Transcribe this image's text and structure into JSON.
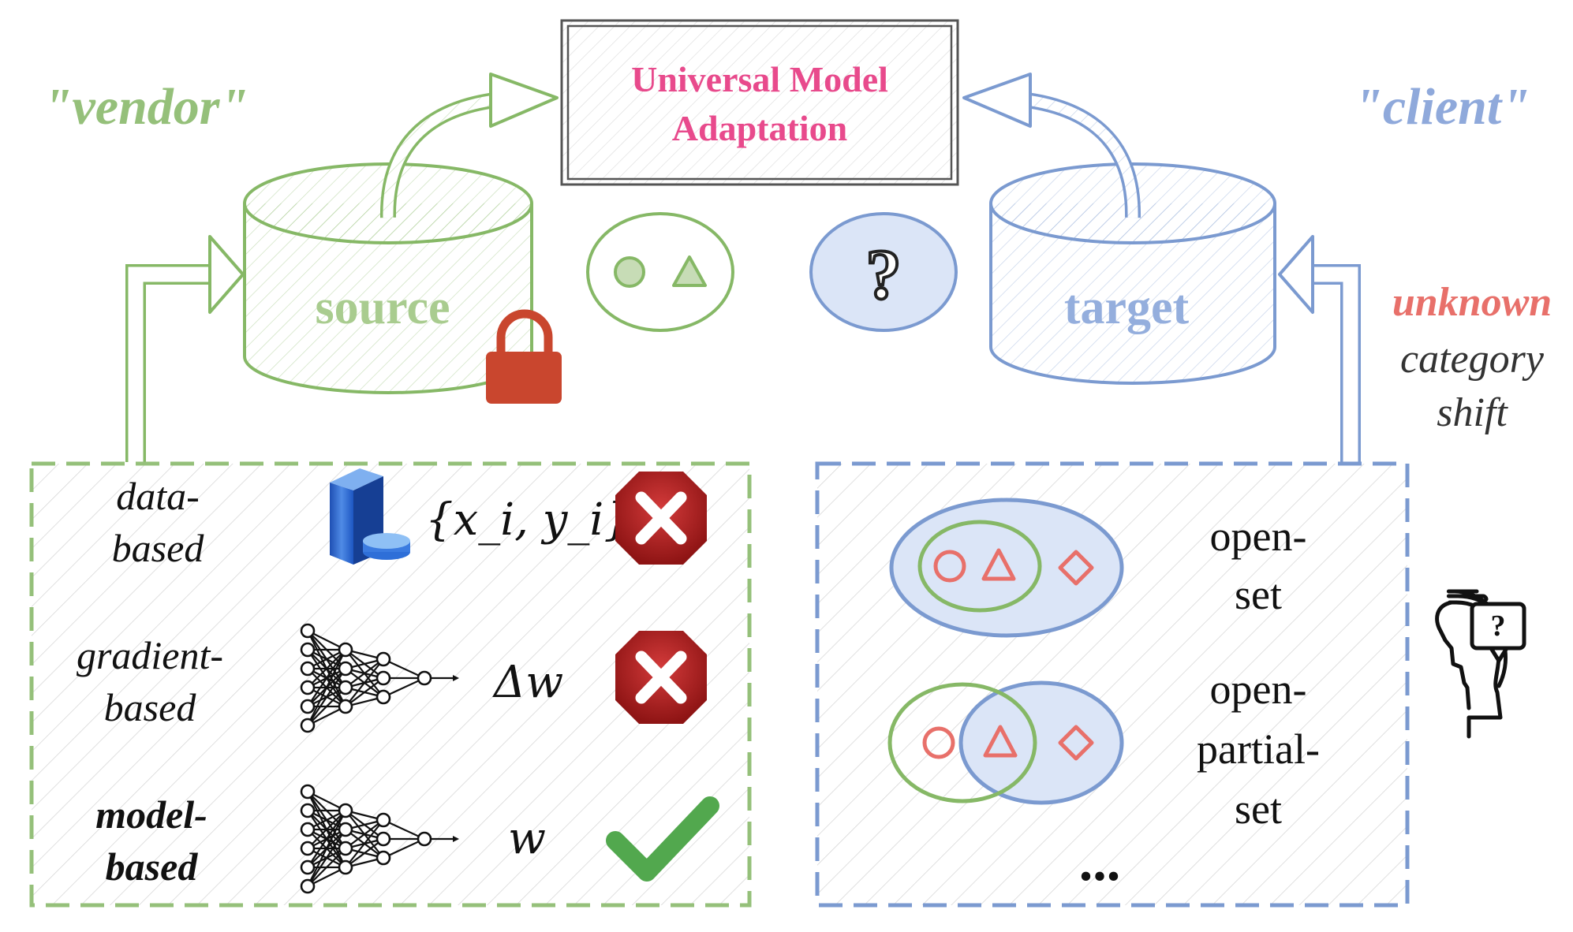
{
  "title": {
    "line1": "Universal Model",
    "line2": "Adaptation"
  },
  "roles": {
    "vendor": "\"vendor\"",
    "client": "\"client\""
  },
  "databases": {
    "source": "source",
    "target": "target"
  },
  "shift_note": {
    "unknown": "unknown",
    "category": "category",
    "shift": "shift"
  },
  "left_panel": {
    "rows": [
      {
        "label_line1": "data-",
        "label_line2": "based",
        "bold": false,
        "formula": "{x_i, y_i}",
        "status": "cross-icon"
      },
      {
        "label_line1": "gradient-",
        "label_line2": "based",
        "bold": false,
        "formula": "Δw",
        "status": "cross-icon"
      },
      {
        "label_line1": "model-",
        "label_line2": "based",
        "bold": true,
        "formula": "w",
        "status": "check-icon"
      }
    ]
  },
  "right_panel": {
    "settings": [
      {
        "lines": [
          "open-",
          "set"
        ]
      },
      {
        "lines": [
          "open-",
          "partial-",
          "set"
        ]
      }
    ],
    "ellipsis": "..."
  },
  "question_mark": "?",
  "colors": {
    "green": "#86b866",
    "blue": "#7b9ad0",
    "blue_fill": "#dbe5f7",
    "pink": "#e84a8c",
    "red_shape": "#e8706a",
    "lock": "#c9462e",
    "cross": "#b31f1f",
    "check": "#52a84e",
    "dark": "#444444"
  }
}
